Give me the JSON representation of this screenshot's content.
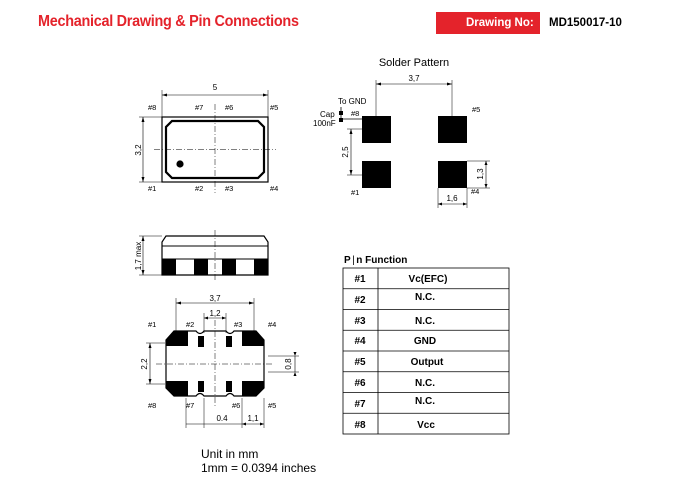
{
  "header": {
    "title": "Mechanical Drawing & Pin Connections",
    "drawing_no_label": "Drawing No:",
    "drawing_no": "MD150017-10"
  },
  "top_view": {
    "width_dim": "5",
    "height_dim": "3,2",
    "pins": [
      "#1",
      "#2",
      "#3",
      "#4",
      "#5",
      "#6",
      "#7",
      "#8"
    ]
  },
  "side_view": {
    "height_dim": "1,7 max"
  },
  "bottom_view": {
    "dim_pitch": "3,7",
    "dim_gap": "1,2",
    "dim_height": "2,2",
    "dim_pad_height": "0,8",
    "dim_pad_width": "0.4",
    "dim_edge": "1,1"
  },
  "solder_pattern": {
    "title": "Solder Pattern",
    "dim_width": "3,7",
    "dim_height": "2,5",
    "dim_pad_h": "1,3",
    "dim_pad_w": "1,6",
    "cap_to_gnd": "To GND",
    "cap_label": "Cap",
    "cap_value": "100nF"
  },
  "pin_function": {
    "title_pre": "P",
    "title_post": "n Function",
    "rows": [
      {
        "pin": "#1",
        "function": "Vc(EFC)"
      },
      {
        "pin": "#2",
        "function": "N.C."
      },
      {
        "pin": "#3",
        "function": "N.C."
      },
      {
        "pin": "#4",
        "function": "GND"
      },
      {
        "pin": "#5",
        "function": "Output"
      },
      {
        "pin": "#6",
        "function": "N.C."
      },
      {
        "pin": "#7",
        "function": "N.C."
      },
      {
        "pin": "#8",
        "function": "Vcc"
      }
    ]
  },
  "units": {
    "line1": "Unit in mm",
    "line2": "1mm = 0.0394 inches"
  }
}
